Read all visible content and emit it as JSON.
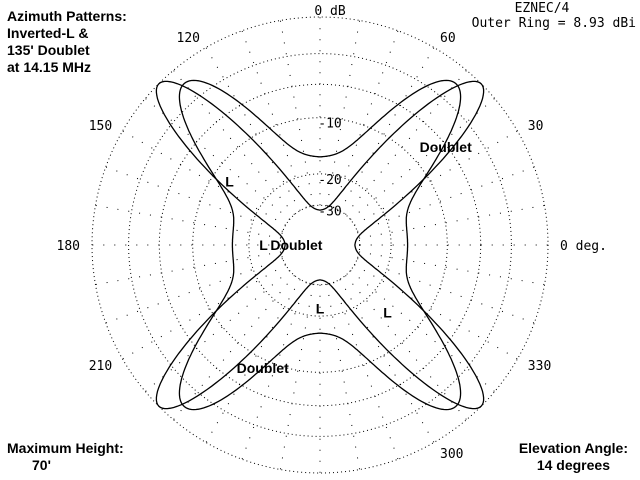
{
  "chart_data": {
    "type": "polar",
    "title": [
      "Azimuth Patterns:",
      "Inverted-L &",
      "135' Doublet",
      "at 14.15 MHz"
    ],
    "software": "EZNEC/4",
    "outer_ring": "Outer Ring = 8.93 dBi",
    "angle_labels": [
      {
        "deg": 0,
        "text": "0 deg."
      },
      {
        "deg": 30,
        "text": "30"
      },
      {
        "deg": 60,
        "text": "60"
      },
      {
        "deg": 120,
        "text": "120"
      },
      {
        "deg": 150,
        "text": "150"
      },
      {
        "deg": 180,
        "text": "180"
      },
      {
        "deg": 210,
        "text": "210"
      },
      {
        "deg": 330,
        "text": "330"
      },
      {
        "deg": 300,
        "text": "300"
      }
    ],
    "db_labels": [
      {
        "db": 0,
        "text": "0 dB"
      },
      {
        "db": -10,
        "text": "-10"
      },
      {
        "db": -20,
        "text": "-20"
      },
      {
        "db": -30,
        "text": "-30"
      }
    ],
    "max_height": [
      "Maximum Height:",
      "70'"
    ],
    "elevation": [
      "Elevation Angle:",
      "14 degrees"
    ],
    "series": [
      {
        "name": "Doublet",
        "lobes": [
          45,
          135,
          225,
          315
        ],
        "lobe_width_deg": 20,
        "null_dbi": -23.5,
        "peak_dbi": 8.93
      },
      {
        "name": "L",
        "lobes": [
          50,
          130,
          230,
          310
        ],
        "lobe_width_deg": 18,
        "null_dbi": -7.5,
        "peak_dbi": 7.6
      }
    ],
    "series_labels": [
      {
        "series": "Doublet",
        "text": "Doublet",
        "deg": 38,
        "db": 2.8
      },
      {
        "series": "L",
        "text": "L",
        "deg": 145,
        "db": -3.5
      },
      {
        "series": "L",
        "text": "L",
        "deg": 180,
        "db": -15
      },
      {
        "series": "Doublet",
        "text": "Doublet",
        "deg": 180,
        "db": -30
      },
      {
        "series": "L",
        "text": "L",
        "deg": 270,
        "db": -13
      },
      {
        "series": "L",
        "text": "L",
        "deg": 315,
        "db": -6
      },
      {
        "series": "Doublet",
        "text": "Doublet",
        "deg": 245,
        "db": 0
      }
    ]
  }
}
